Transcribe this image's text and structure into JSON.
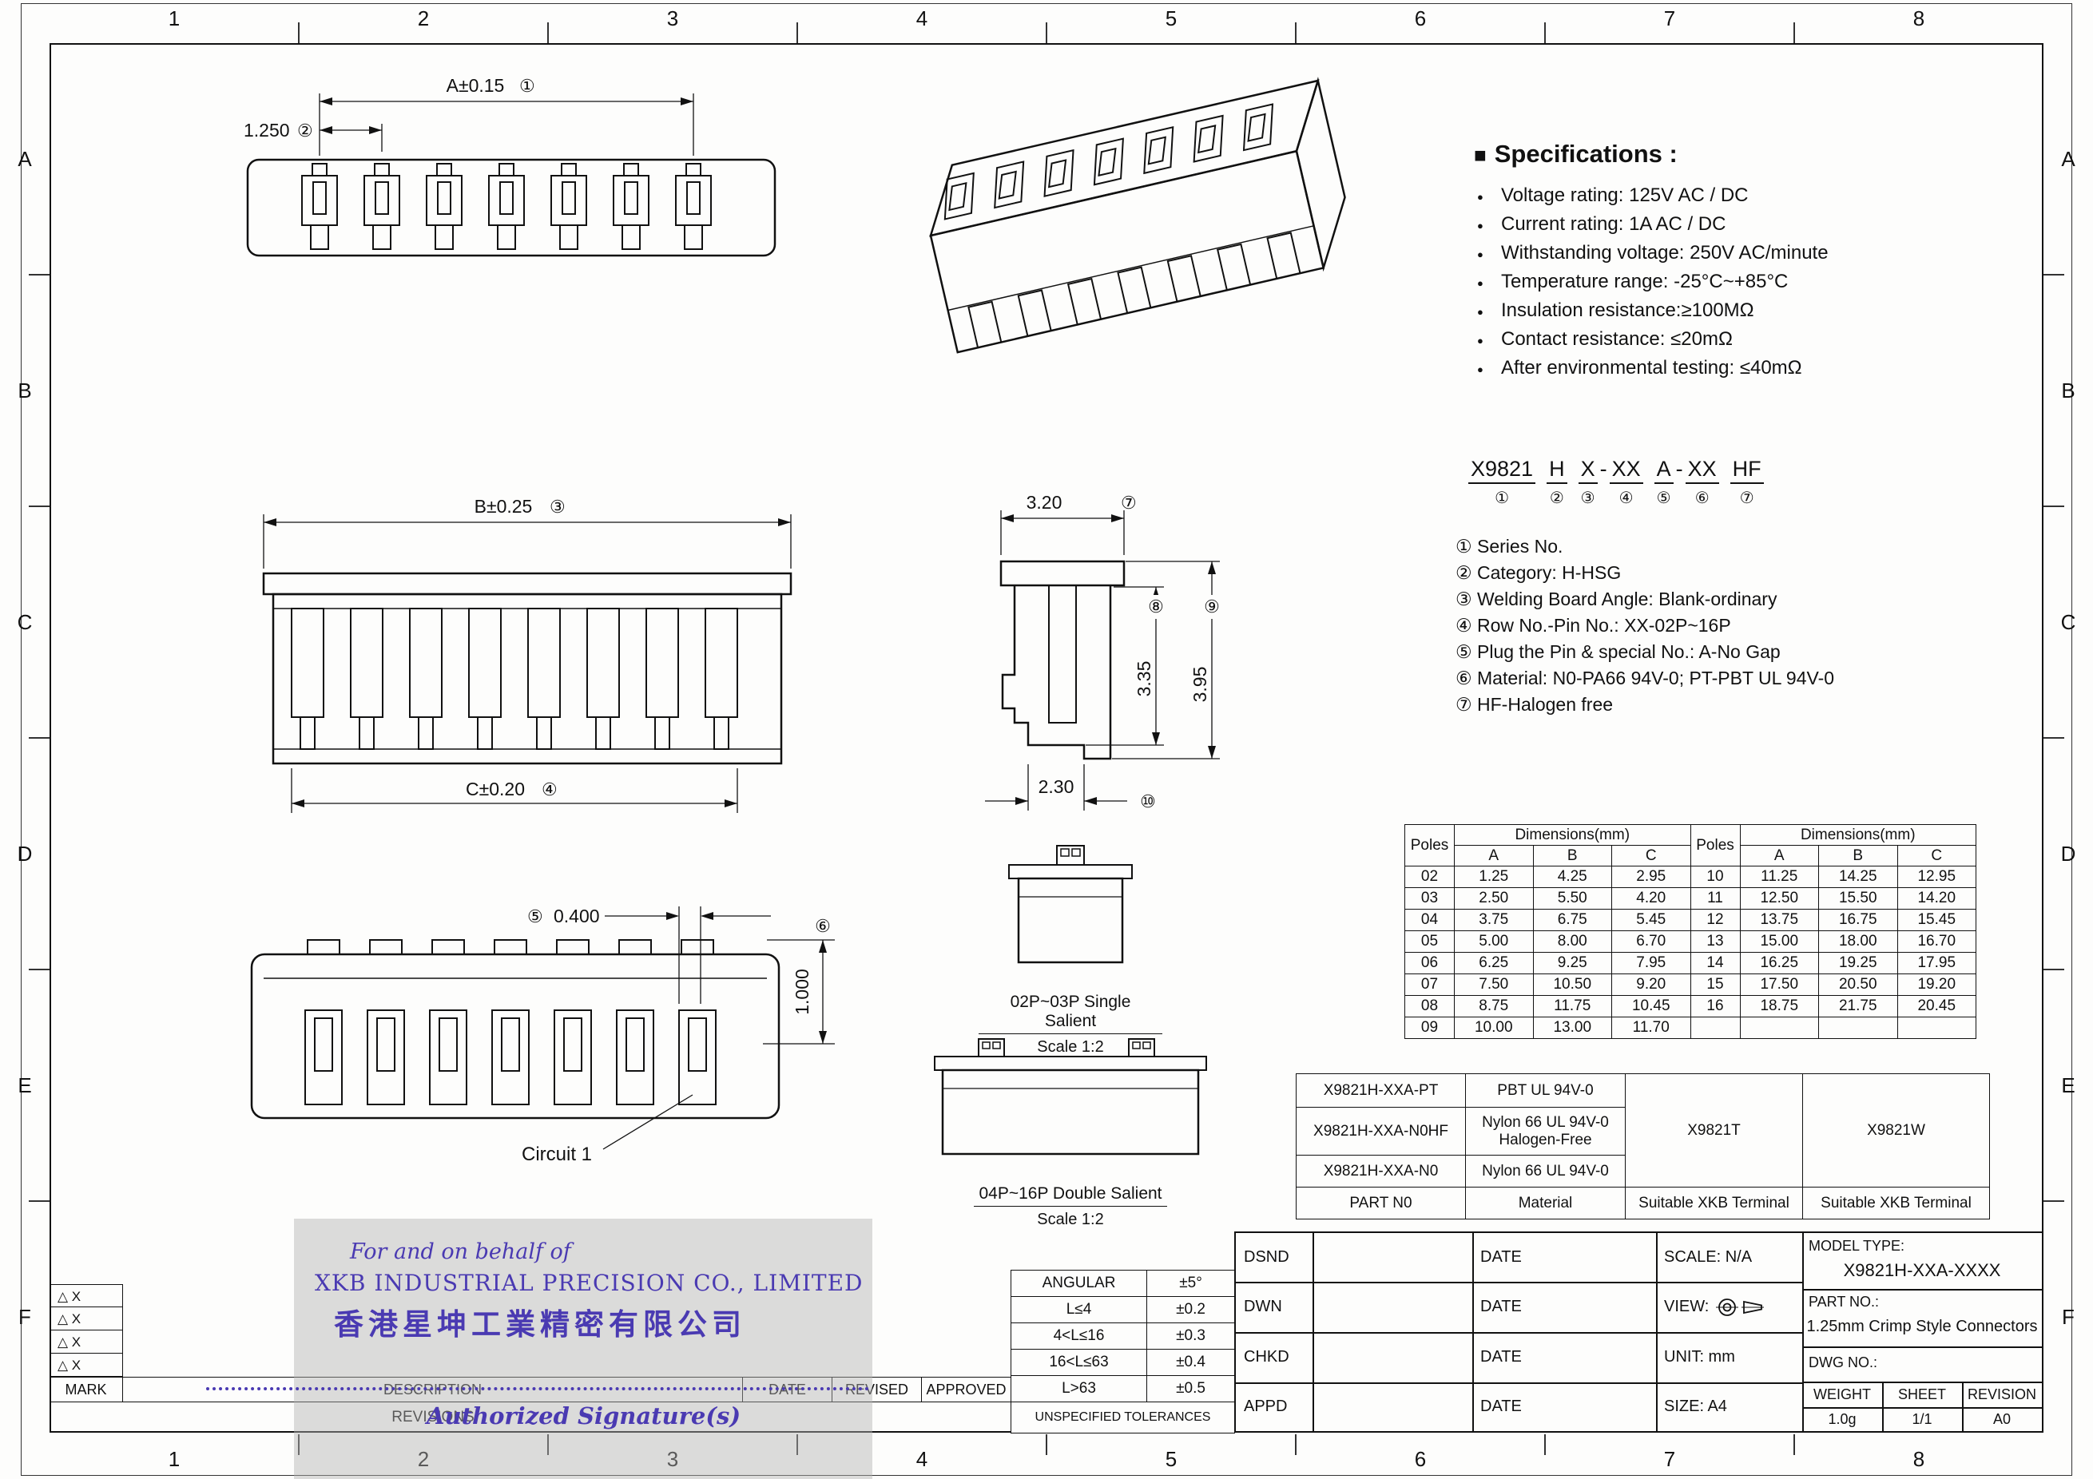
{
  "frame": {
    "cols": [
      "1",
      "2",
      "3",
      "4",
      "5",
      "6",
      "7",
      "8"
    ],
    "rows": [
      "A",
      "B",
      "C",
      "D",
      "E",
      "F"
    ]
  },
  "specs": {
    "bullet": "■",
    "title": "Specifications :",
    "items": [
      "Voltage rating: 125V AC / DC",
      "Current rating:  1A  AC / DC",
      "Withstanding voltage: 250V AC/minute",
      "Temperature range: -25°C~+85°C",
      "Insulation resistance:≥100MΩ",
      "Contact resistance: ≤20mΩ",
      "After environmental testing:  ≤40mΩ"
    ]
  },
  "part_code": {
    "tokens": [
      {
        "text": "X9821",
        "num": "①"
      },
      {
        "text": "H",
        "num": "②"
      },
      {
        "text": "X",
        "num": "③"
      },
      {
        "text": "-",
        "num": ""
      },
      {
        "text": "XX",
        "num": "④"
      },
      {
        "text": "A",
        "num": "⑤"
      },
      {
        "text": "-",
        "num": ""
      },
      {
        "text": "XX",
        "num": "⑥"
      },
      {
        "text": "HF",
        "num": "⑦"
      }
    ],
    "legend": [
      "① Series No.",
      "② Category: H-HSG",
      "③ Welding Board Angle:  Blank-ordinary",
      "④ Row No.-Pin No.:  XX-02P~16P",
      "⑤ Plug the Pin & special No.:  A-No Gap",
      "⑥ Material:  N0-PA66 94V-0;  PT-PBT  UL 94V-0",
      "⑦ HF-Halogen free"
    ]
  },
  "dims": {
    "a": "A±0.15",
    "a_num": "①",
    "pitch": "1.250",
    "pitch_num": "②",
    "b": "B±0.25",
    "b_num": "③",
    "c": "C±0.20",
    "c_num": "④",
    "d5": "0.400",
    "d5_num": "⑤",
    "d6": "1.000",
    "d6_num": "⑥",
    "d7": "3.20",
    "d7_num": "⑦",
    "d8": "3.35",
    "d8_num": "⑧",
    "d9": "3.95",
    "d9_num": "⑨",
    "d10": "2.30",
    "d10_num": "⑩",
    "circuit1": "Circuit 1"
  },
  "salient": {
    "single_label": "02P~03P  Single  Salient",
    "single_scale": "Scale 1:2",
    "double_label": "04P~16P  Double  Salient",
    "double_scale": "Scale 1:2"
  },
  "dim_table": {
    "poles": "Poles",
    "dims_header": "Dimensions(mm)",
    "col_a": "A",
    "col_b": "B",
    "col_c": "C",
    "left": [
      [
        "02",
        "1.25",
        "4.25",
        "2.95"
      ],
      [
        "03",
        "2.50",
        "5.50",
        "4.20"
      ],
      [
        "04",
        "3.75",
        "6.75",
        "5.45"
      ],
      [
        "05",
        "5.00",
        "8.00",
        "6.70"
      ],
      [
        "06",
        "6.25",
        "9.25",
        "7.95"
      ],
      [
        "07",
        "7.50",
        "10.50",
        "9.20"
      ],
      [
        "08",
        "8.75",
        "11.75",
        "10.45"
      ],
      [
        "09",
        "10.00",
        "13.00",
        "11.70"
      ]
    ],
    "right": [
      [
        "10",
        "11.25",
        "14.25",
        "12.95"
      ],
      [
        "11",
        "12.50",
        "15.50",
        "14.20"
      ],
      [
        "12",
        "13.75",
        "16.75",
        "15.45"
      ],
      [
        "13",
        "15.00",
        "18.00",
        "16.70"
      ],
      [
        "14",
        "16.25",
        "19.25",
        "17.95"
      ],
      [
        "15",
        "17.50",
        "20.50",
        "19.20"
      ],
      [
        "16",
        "18.75",
        "21.75",
        "20.45"
      ],
      [
        "",
        "",
        "",
        ""
      ]
    ]
  },
  "material_table": {
    "rows": [
      {
        "part": "X9821H-XXA-PT",
        "material": "PBT  UL 94V-0"
      },
      {
        "part": "X9821H-XXA-N0HF",
        "material": "Nylon 66  UL 94V-0 Halogen-Free"
      },
      {
        "part": "X9821H-XXA-N0",
        "material": "Nylon 66  UL 94V-0"
      }
    ],
    "terminal_t": "X9821T",
    "terminal_w": "X9821W",
    "footer_part": "PART N0",
    "footer_material": "Material",
    "footer_t": "Suitable XKB Terminal",
    "footer_w": "Suitable XKB Terminal"
  },
  "title_block": {
    "sign_rows": [
      {
        "label": "DSND",
        "date": "DATE"
      },
      {
        "label": "DWN",
        "date": "DATE"
      },
      {
        "label": "CHKD",
        "date": "DATE"
      },
      {
        "label": "APPD",
        "date": "DATE"
      }
    ],
    "scale": "SCALE: N/A",
    "view_label": "VIEW:",
    "unit": "UNIT:  mm",
    "size": "SIZE:  A4",
    "model_type_label": "MODEL TYPE:",
    "model_type": "X9821H-XXA-XXXX",
    "part_no_label": "PART NO.:",
    "part_no": "1.25mm Crimp Style Connectors",
    "dwg_no_label": "DWG NO.:",
    "weight_label": "WEIGHT",
    "weight_value": "1.0g",
    "sheet_label": "SHEET",
    "sheet_value": "1/1",
    "revision_label": "REVISION",
    "revision_value": "A0"
  },
  "tolerances": {
    "rows": [
      {
        "range": "ANGULAR",
        "tol": "±5°"
      },
      {
        "range": "L≤4",
        "tol": "±0.2"
      },
      {
        "range": "4<L≤16",
        "tol": "±0.3"
      },
      {
        "range": "16<L≤63",
        "tol": "±0.4"
      },
      {
        "range": "L>63",
        "tol": "±0.5"
      }
    ],
    "footer": "UNSPECIFIED  TOLERANCES"
  },
  "revisions": {
    "marks": [
      "△ X",
      "△ X",
      "△ X",
      "△ X"
    ],
    "header": {
      "mark": "MARK",
      "description": "DESCRIPTION",
      "date": "DATE",
      "revised": "REVISED",
      "approved": "APPROVED"
    },
    "footer": "REVISIONS"
  },
  "stamp": {
    "line1": "For and on behalf of",
    "line2": "XKB  INDUSTRIAL  PRECISION  CO.,  LIMITED",
    "line3": "香港星坤工業精密有限公司",
    "line4": "Authorized  Signature(s)"
  }
}
